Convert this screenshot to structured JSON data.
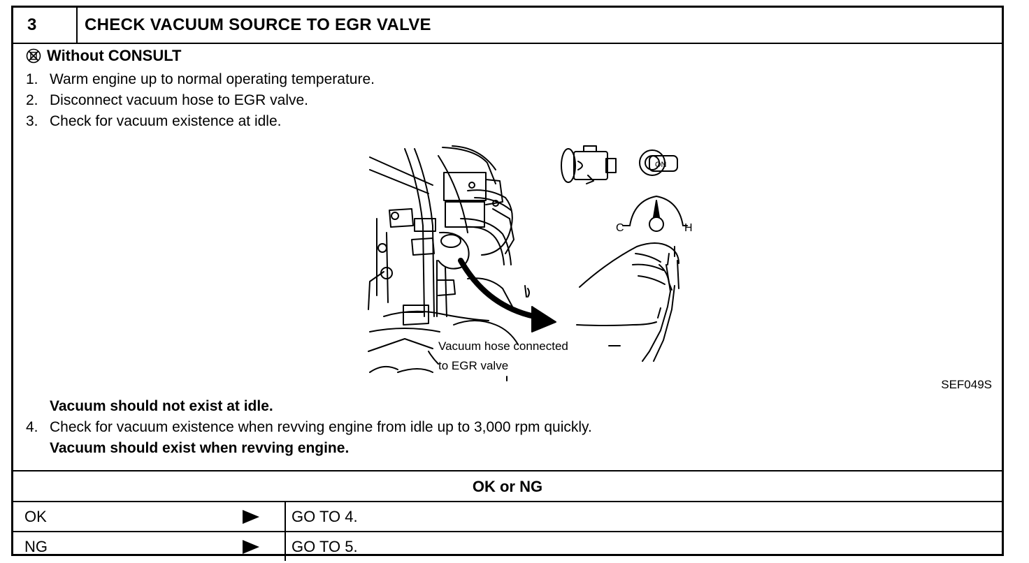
{
  "header": {
    "step_number": "3",
    "title": "CHECK VACUUM SOURCE TO EGR VALVE"
  },
  "consult": {
    "icon": "no-consult-icon",
    "label": "Without CONSULT"
  },
  "steps": [
    {
      "num": "1.",
      "text": "Warm engine up to normal operating temperature."
    },
    {
      "num": "2.",
      "text": "Disconnect vacuum hose to EGR valve."
    },
    {
      "num": "3.",
      "text": "Check for vacuum existence at idle."
    }
  ],
  "figure": {
    "callout_line1": "Vacuum hose connected",
    "callout_line2": "to EGR valve",
    "gauge_cold": "C",
    "gauge_hot": "H",
    "key_label": "ON",
    "code": "SEF049S"
  },
  "after": {
    "note1": "Vacuum should not exist at idle.",
    "step4_num": "4.",
    "step4_text": "Check for vacuum existence when revving engine from idle up to 3,000 rpm quickly.",
    "note2": "Vacuum should exist when revving engine."
  },
  "result": {
    "heading": "OK or NG",
    "rows": [
      {
        "label": "OK",
        "action": "GO TO 4."
      },
      {
        "label": "NG",
        "action": "GO TO 5."
      }
    ]
  }
}
